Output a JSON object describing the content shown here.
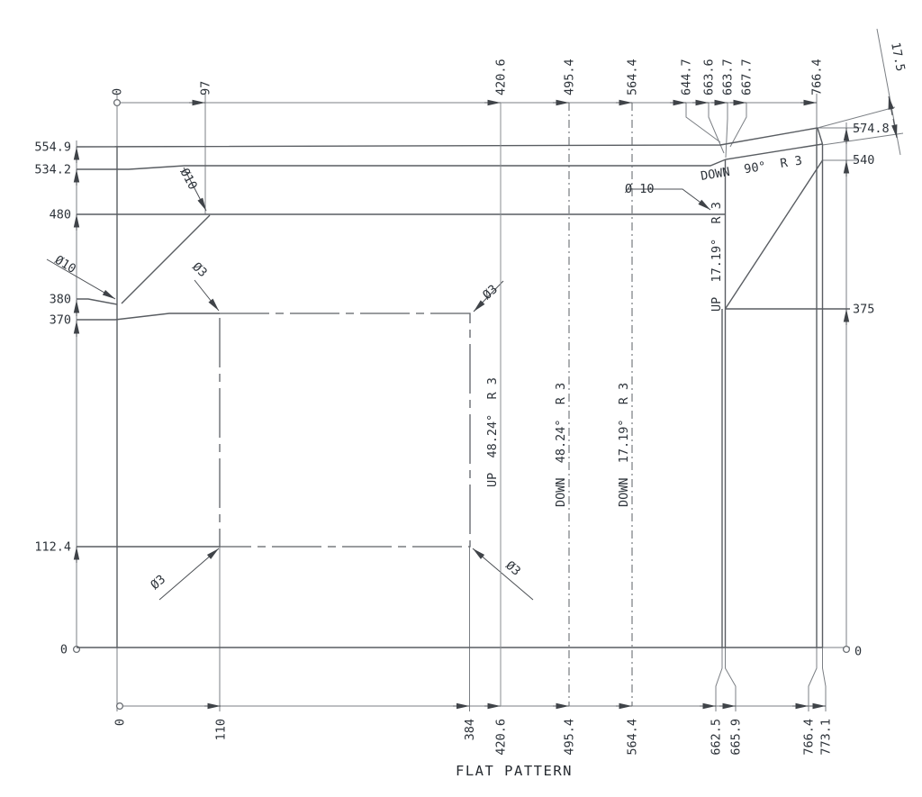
{
  "caption": "FLAT PATTERN",
  "dim_top": [
    "0",
    "97",
    "420.6",
    "495.4",
    "564.4",
    "644.7",
    "663.6",
    "663.7",
    "667.7",
    "766.4"
  ],
  "dim_bottom": [
    "0",
    "110",
    "384",
    "420.6",
    "495.4",
    "564.4",
    "662.5",
    "665.9",
    "766.4",
    "773.1"
  ],
  "dim_left": [
    "554.9",
    "534.2",
    "480",
    "380",
    "370",
    "112.4",
    "0"
  ],
  "dim_right": [
    "574.8",
    "540",
    "375",
    "0"
  ],
  "diag_dim": "17.5",
  "bend_notes": {
    "up4824": "UP  48.24°  R 3",
    "down4824": "DOWN  48.24°  R 3",
    "down1719": "DOWN  17.19°  R 3",
    "up1719": "UP  17.19°  R 3",
    "down90": "DOWN  90°  R 3"
  },
  "hole_callouts": {
    "d10_topleft": "Ø10",
    "d10_left": "Ø10",
    "d10_right": "Ø 10",
    "d3_topleft": "Ø3",
    "d3_topright": "Ø3",
    "d3_botleft": "Ø3",
    "d3_botright": "Ø3"
  },
  "colors": {
    "line": "#595d62",
    "dim_line": "#7b7f84",
    "text": "#2d333a"
  }
}
